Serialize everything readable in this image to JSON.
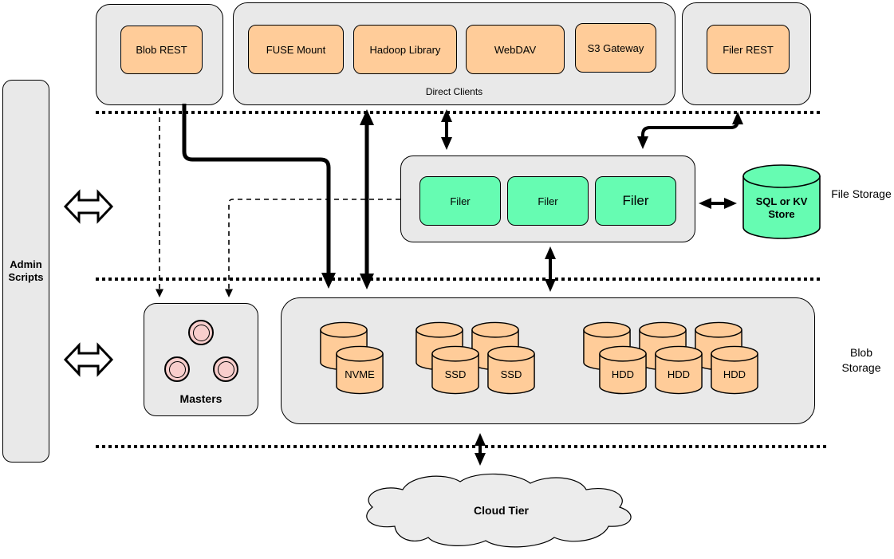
{
  "colors": {
    "container_fill": "#e9e9e9",
    "node_orange": "#ffcc99",
    "node_green": "#66fcb2",
    "node_pink": "#f8cecc",
    "line": "#000000"
  },
  "admin_panel": {
    "label": "Admin Scripts"
  },
  "clients": {
    "blob_rest": "Blob REST",
    "direct_clients_label": "Direct Clients",
    "direct_clients": [
      "FUSE Mount",
      "Hadoop Library",
      "WebDAV",
      "S3 Gateway"
    ],
    "filer_rest": "Filer REST"
  },
  "file_storage_tier": {
    "tier_label": "File Storage",
    "filers": [
      "Filer",
      "Filer",
      "Filer"
    ],
    "metadata_store": "SQL or KV Store"
  },
  "blob_storage_tier": {
    "tier_label": "Blob Storage",
    "masters_label": "Masters",
    "master_count": 3,
    "volume_groups": [
      {
        "label": "NVME",
        "cylinders": 2
      },
      {
        "label": "SSD",
        "cylinders": 4
      },
      {
        "label": "HDD",
        "cylinders": 6
      }
    ]
  },
  "cloud_tier": {
    "label": "Cloud Tier"
  }
}
